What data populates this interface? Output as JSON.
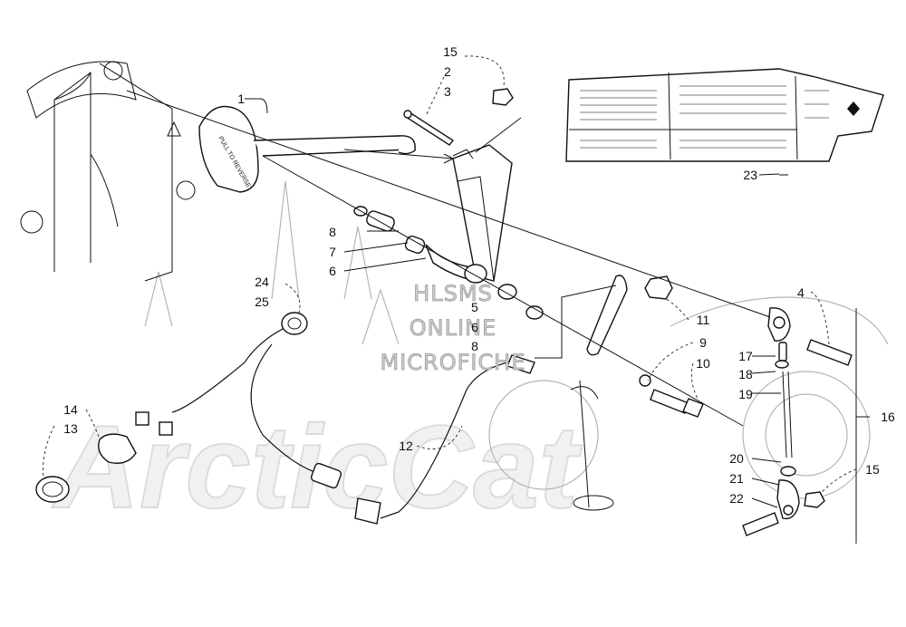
{
  "watermark": {
    "lines": [
      "HLSMS",
      "ONLINE",
      "MICROFICHE"
    ],
    "brand_text": "ArcticCat"
  },
  "callouts": [
    "1",
    "2",
    "3",
    "4",
    "5",
    "6",
    "6",
    "7",
    "8",
    "8",
    "9",
    "10",
    "11",
    "12",
    "13",
    "14",
    "15",
    "15",
    "16",
    "17",
    "18",
    "19",
    "20",
    "21",
    "22",
    "23",
    "24",
    "25"
  ],
  "decal_text": "PULL TO REVERSE",
  "colors": {
    "line": "#111111",
    "ghost": "#b5b5b5",
    "watermark": "#9a9a9a"
  }
}
